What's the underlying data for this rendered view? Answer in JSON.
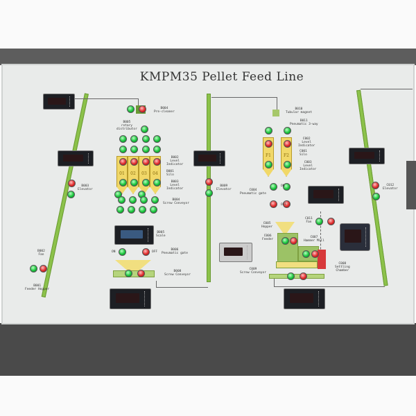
{
  "title": "KMPM35 Pellet Feed  Line",
  "labels": {
    "pre_cleaner": "B004\nPre-cleaner",
    "rotary": "B005\nrotary\ndistributor",
    "level_top": "B002\nLevel\nIndicator",
    "silo": "B001\nSilo",
    "level_bot": "B003\nLevel\nIndicator",
    "screw_b": "B004\nScrew Conveyor",
    "scale": "B005\nScale",
    "pgate_b": "B006\nPneumatic gate",
    "screw_b2": "B008\nScrew Conveyor",
    "elev1": "B003\nElevator",
    "fan_a": "B002\nFan",
    "feeder_hopper": "B001\nFeeder Hopper",
    "elev2": "B009\nElevator",
    "tubular": "B010\nTubular magnet",
    "pneu3": "B011\nPneumatic 3-way",
    "level_c1": "C002\nLevel\nIndicator",
    "silo_c": "C001\nSilo",
    "level_c2": "C003\nLevel\nIndicator",
    "pgate_c": "C004\nPneumatic gate",
    "hopper": "C005\nHopper",
    "feeder": "C006\nFeeder",
    "hammer": "C007\nHammer Mill",
    "fan_c": "C011\nFan",
    "settling": "C008\nSettling\nChamber",
    "screw_c": "C009\nScrew Conveyor",
    "elev3": "C012\nElevator",
    "on": "ON",
    "off": "OFF",
    "on2": "ON",
    "off2": "OFF"
  },
  "silos_b": [
    "01",
    "02",
    "03",
    "04"
  ],
  "silos_c": [
    "F1",
    "F2"
  ],
  "colors": {
    "board": "#e9ebea",
    "rail": "#8cc24a",
    "silo": "#f1d868",
    "green_light": "#19c43c",
    "red_light": "#e02a2a"
  }
}
